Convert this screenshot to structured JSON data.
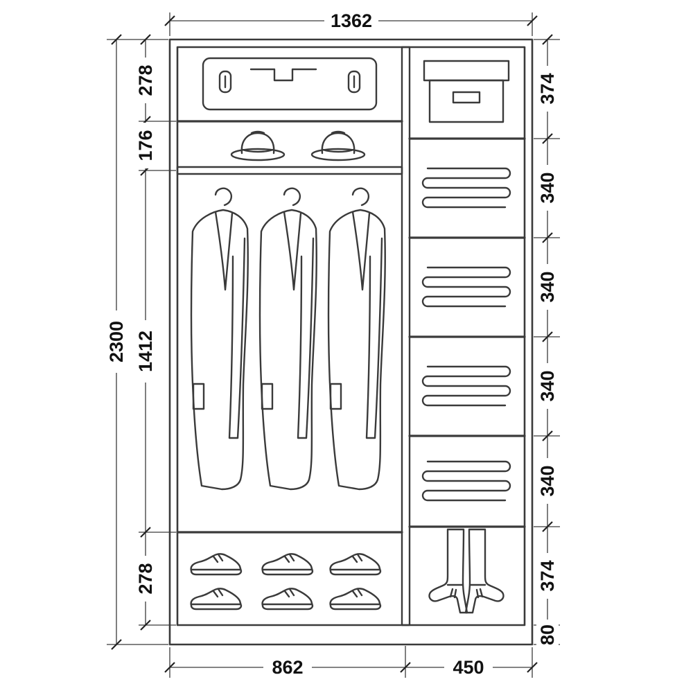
{
  "page": {
    "background": "#ffffff",
    "line_color": "#3a3a3a",
    "text_color": "#111111"
  },
  "drawing": {
    "overall": {
      "width_mm": "1362",
      "height_mm": "2300"
    },
    "left_column_sections_mm": {
      "top_shelf": "278",
      "hat_shelf": "176",
      "hanging_area": "1412",
      "shoe_area": "278"
    },
    "right_column_sections_mm": {
      "box_shelf": "374",
      "shelf_1": "340",
      "shelf_2": "340",
      "shelf_3": "340",
      "shelf_4": "340",
      "boot_area": "374",
      "base": "80"
    },
    "bottom_widths_mm": {
      "left_column": "862",
      "right_column": "450"
    }
  }
}
